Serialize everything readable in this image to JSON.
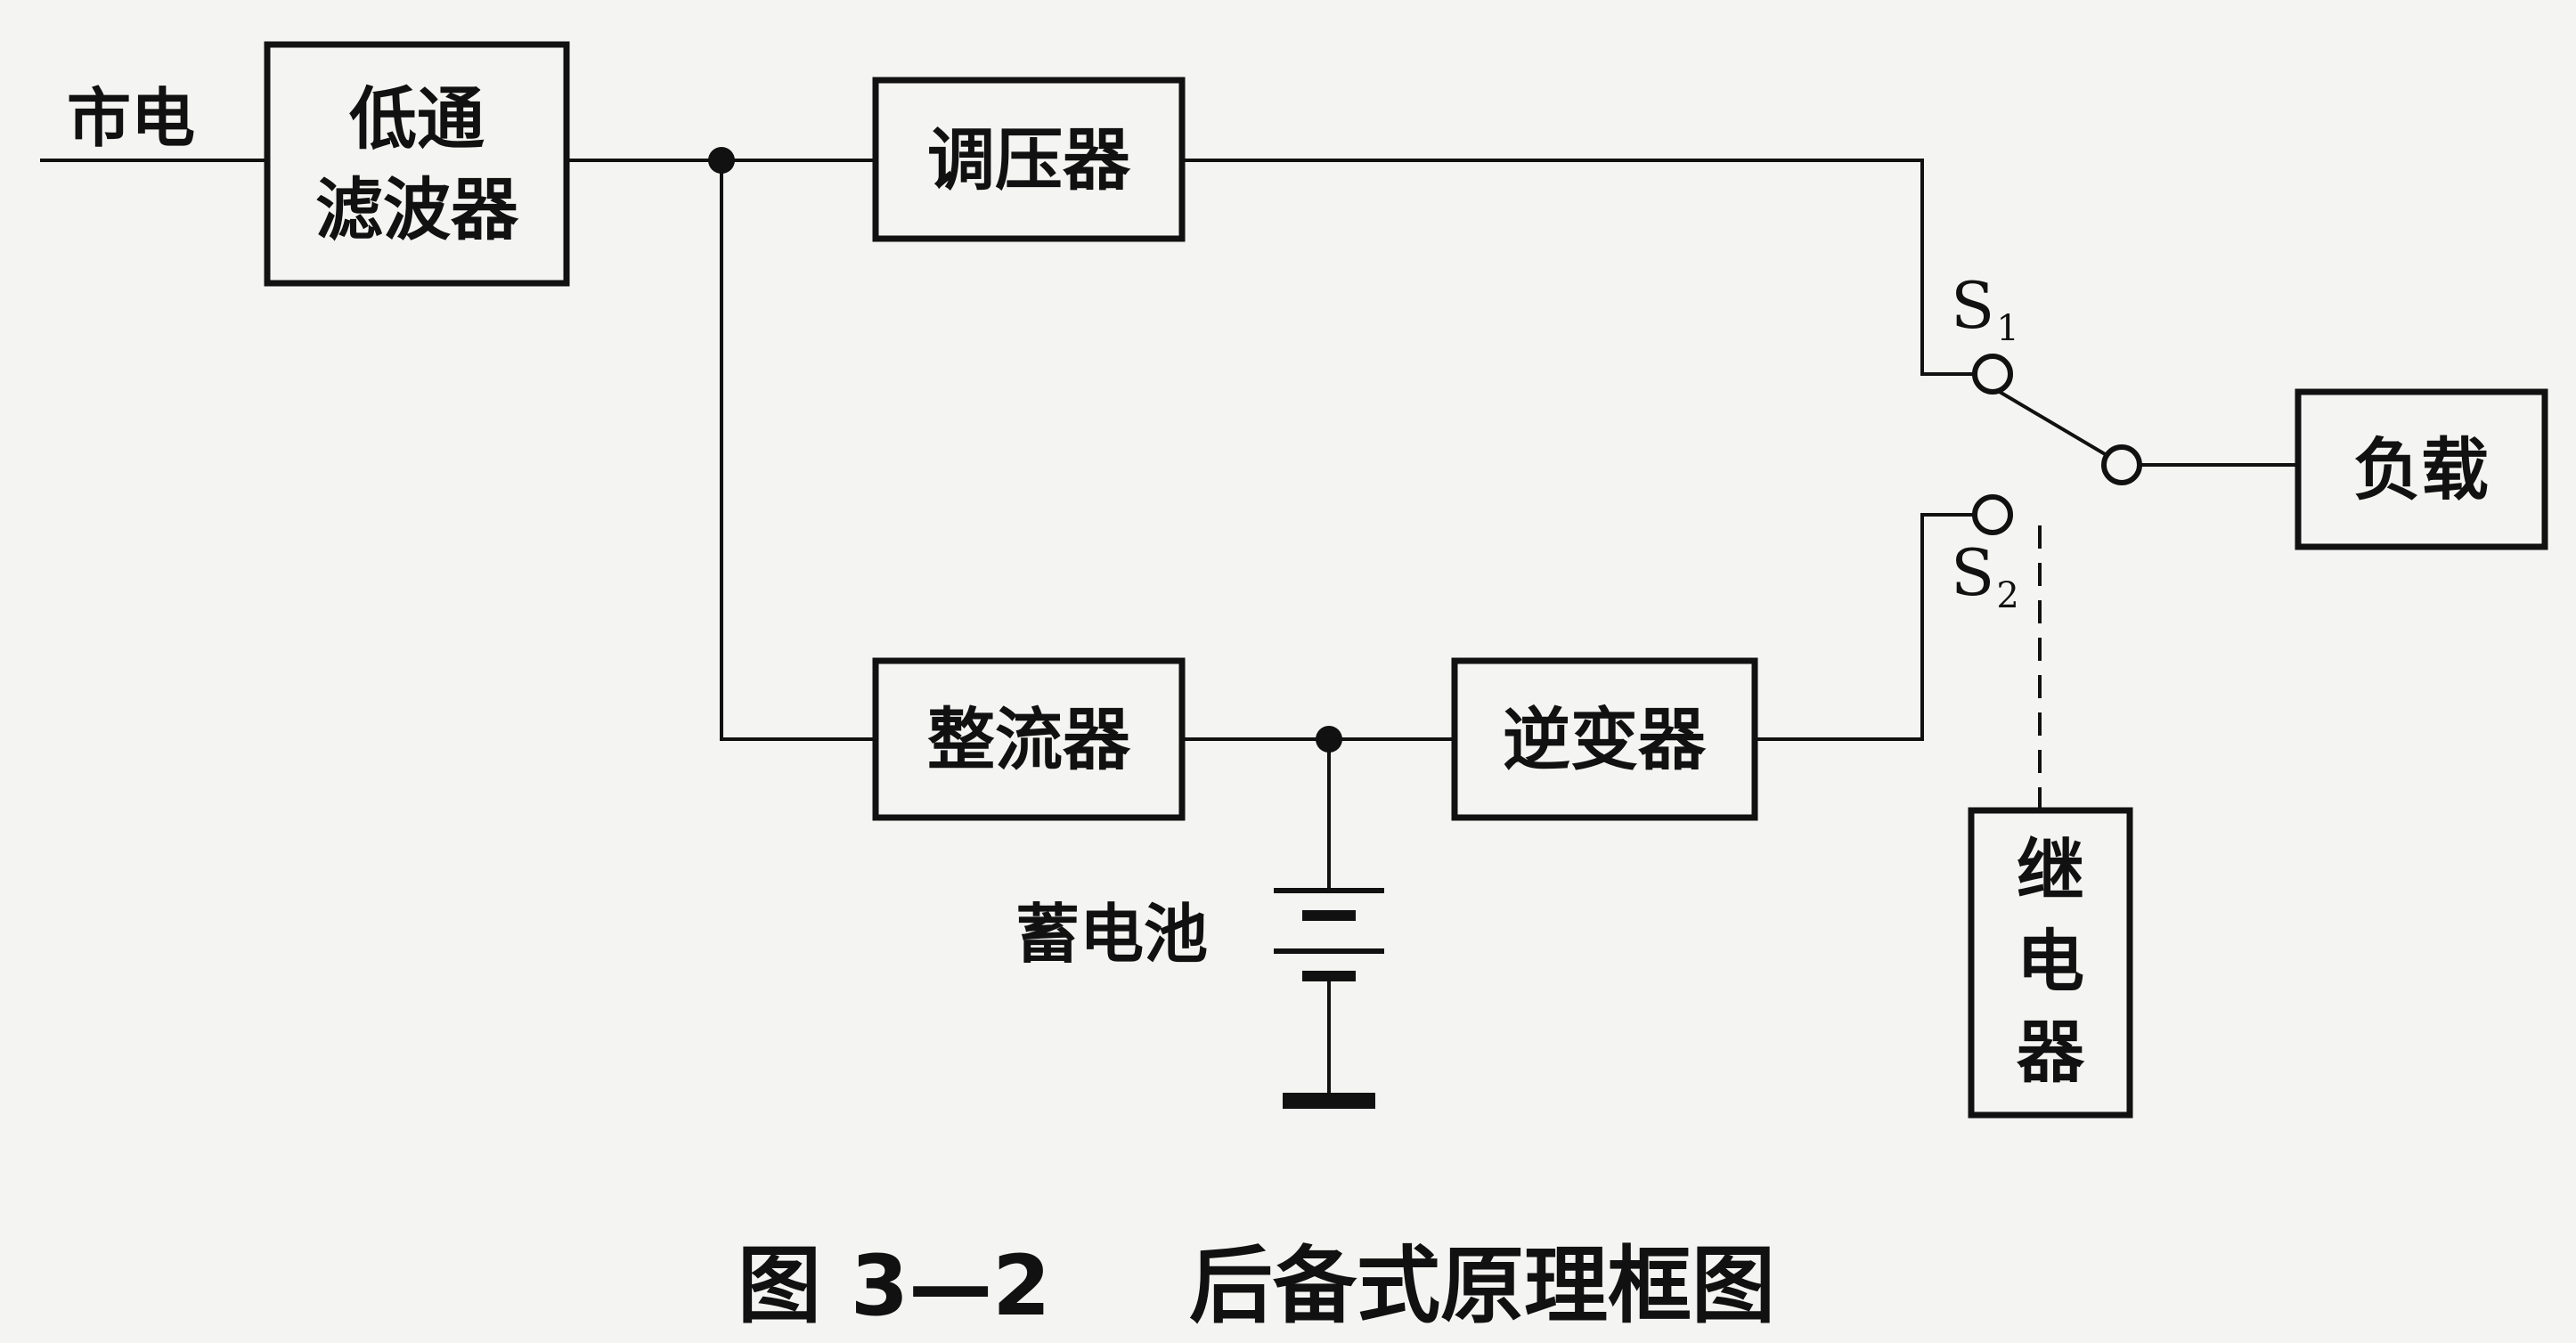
{
  "mains_label": "市电",
  "blocks": {
    "lowpass_line1": "低通",
    "lowpass_line2": "滤波器",
    "regulator": "调压器",
    "rectifier": "整流器",
    "inverter": "逆变器",
    "load": "负载",
    "relay_char1": "继",
    "relay_char2": "电",
    "relay_char3": "器"
  },
  "battery_label": "蓄电池",
  "switches": {
    "s1_letter": "S",
    "s1_sub": "1",
    "s2_letter": "S",
    "s2_sub": "2"
  },
  "caption": {
    "number": "图 3—2",
    "title": "后备式原理框图"
  }
}
